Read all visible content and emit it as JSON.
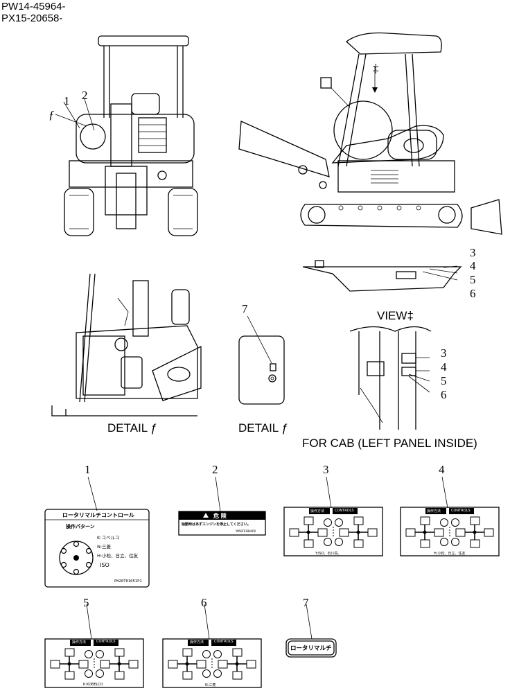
{
  "header": {
    "line1": "PW14-45964-",
    "line2": "PX15-20658-"
  },
  "views": {
    "front_callouts": [
      "1",
      "2",
      "ƒ"
    ],
    "view_marker": "‡",
    "view_callouts": [
      "3",
      "4",
      "5",
      "6"
    ],
    "view_caption": "VIEW‡",
    "detail_left_caption": "DETAIL ƒ",
    "detail_mid_callout": "7",
    "detail_mid_caption": "DETAIL ƒ",
    "cab_callouts": [
      "3",
      "4",
      "5",
      "6"
    ],
    "cab_caption": "FOR CAB (LEFT PANEL INSIDE)"
  },
  "labels": [
    {
      "num": "1",
      "title": "ロータリマルチコントロール",
      "sub": "操作パターン",
      "lines": [
        "K:コベルコ",
        "N:三菱",
        "H:小松、日立、住友",
        "ISO"
      ],
      "code": "PH20T01051P1"
    },
    {
      "num": "2",
      "title": "危 険",
      "text": "始動時はあずエンジンを停止してください。",
      "code": "YN50T01084P0"
    },
    {
      "num": "3",
      "head_jp": "操作方法",
      "head_en": "CONTROLS",
      "foot": "Y:ISO、石川島、"
    },
    {
      "num": "4",
      "head_jp": "操作方法",
      "head_en": "CONTROLS",
      "foot": "H:小松、日立、住友"
    },
    {
      "num": "5",
      "head_jp": "操作方法",
      "head_en": "CONTROLS",
      "foot": "K:KOBELCO"
    },
    {
      "num": "6",
      "head_jp": "操作方法",
      "head_en": "CONTROLS",
      "foot": "N:三菱"
    },
    {
      "num": "7",
      "text": "ロータリマルチ"
    }
  ]
}
